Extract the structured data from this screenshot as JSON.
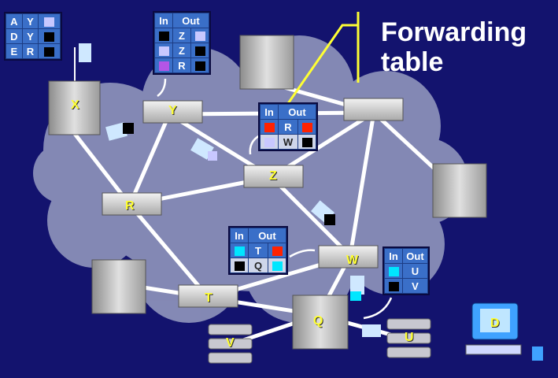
{
  "title": "Forwarding table",
  "host_table": {
    "rows": [
      {
        "dest": "A",
        "next": "Y",
        "color": "#c8c8ff"
      },
      {
        "dest": "D",
        "next": "Y",
        "color": "#000000"
      },
      {
        "dest": "E",
        "next": "R",
        "color": "#000000"
      }
    ]
  },
  "nodes": {
    "X": "X",
    "Y": "Y",
    "Z": "Z",
    "R": "R",
    "T": "T",
    "W": "W",
    "Q": "Q",
    "V": "V",
    "U": "U",
    "D": "D"
  },
  "tables": {
    "y": {
      "header_in": "In",
      "header_out": "Out",
      "rows": [
        {
          "in": "#000000",
          "out_label": "Z",
          "out": "#c8c8ff"
        },
        {
          "in": "#c8c8ff",
          "out_label": "Z",
          "out": "#000000"
        },
        {
          "in": "#b455e6",
          "out_label": "R",
          "out": "#000000"
        }
      ]
    },
    "z": {
      "header_in": "In",
      "header_out": "Out",
      "rows": [
        {
          "in": "#ff2200",
          "out_label": "R",
          "out": "#ff2200"
        },
        {
          "in": "#c8c8ff",
          "out_label": "W",
          "out": "#000000"
        }
      ]
    },
    "w": {
      "header_in": "In",
      "header_out": "Out",
      "rows": [
        {
          "in": "#00e6ff",
          "out_label": "T",
          "out": "#ff2200"
        },
        {
          "in": "#000000",
          "out_label": "Q",
          "out": "#00e6ff"
        }
      ]
    },
    "u": {
      "header_in": "In",
      "header_out": "Out",
      "rows": [
        {
          "in": "#00e6ff",
          "out_label": "U"
        },
        {
          "in": "#000000",
          "out_label": "V"
        }
      ]
    }
  }
}
